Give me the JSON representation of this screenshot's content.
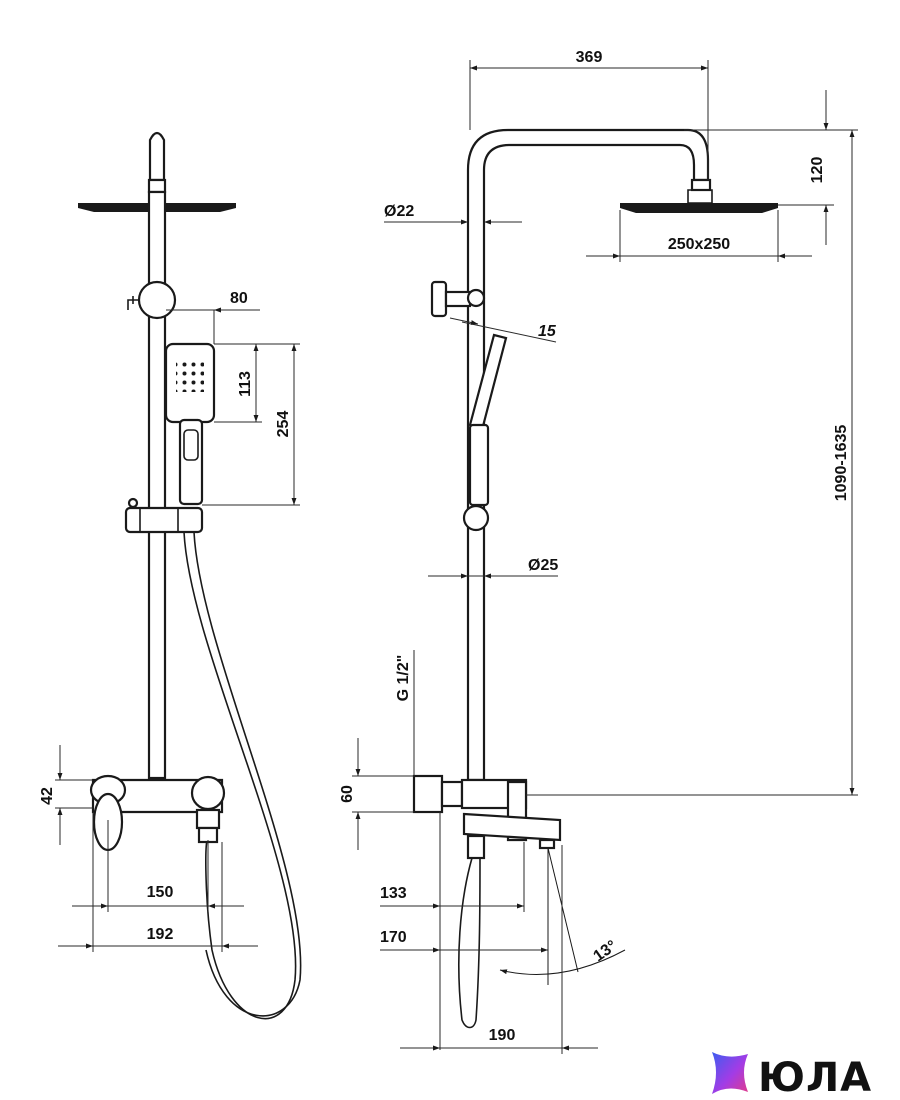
{
  "dimensions": {
    "front_overhead_width": "80",
    "front_handshower_height": "113",
    "front_handshower_total": "254",
    "front_mixer_height": "42",
    "front_inlet_spacing": "150",
    "front_mixer_width": "192",
    "side_head_reach": "369",
    "side_pipe_diameter": "Ø22",
    "side_head_drop": "120",
    "side_head_size": "250x250",
    "side_handshower_depth": "15",
    "side_riser_diameter": "Ø25",
    "side_height_range": "1090-1635",
    "side_thread": "G 1/2\"",
    "side_mixer_height": "60",
    "side_spout_133": "133",
    "side_spout_170": "170",
    "side_spout_angle": "13°",
    "side_total_depth": "190"
  },
  "logo": {
    "word": "ЮЛА",
    "colors": {
      "blue": "#3c5df0",
      "violet": "#a23ce6",
      "pink": "#e23c8a"
    }
  }
}
